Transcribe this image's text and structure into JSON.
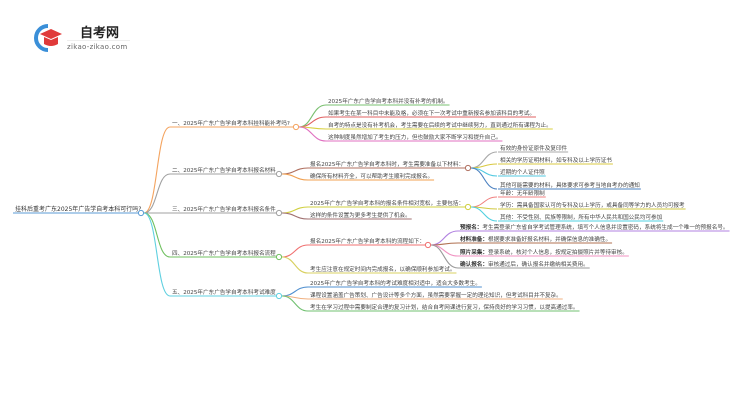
{
  "logo": {
    "title": "自考网",
    "url": "zikao-zikao.com",
    "colors": {
      "red": "#e03a3a",
      "blue": "#3a8fd8"
    }
  },
  "root": {
    "label": "挂科后重考广东2025年广告学自考本科可行吗?"
  },
  "branches": [
    {
      "label": "一、2025年广东广告学自考本科挂科能补考吗?",
      "color": "#f4a460",
      "leaves": [
        "2025年广东广告学自考本科并没有补考的机制。",
        "如果考生在某一科目中未能及格，必须在下一次考试中重新报名参加该科目的考试。",
        "自考的特点是没有补考机会，考生需要在后续的考试中继续努力，直到通过所有课程为止。",
        "这种制度虽然增加了考生的压力，但也鼓励大家不断学习和提升自己。"
      ]
    },
    {
      "label": "二、2025年广东广告学自考本科报名材料",
      "color": "#a0a0a0",
      "leaves": [
        "报名2025年广东广告学自考本科时，考生需要准备以下材料：",
        "确保所有材料齐全，可以帮助考生顺利完成报名。"
      ],
      "subleaves": [
        "有效的身份证原件及复印件",
        "相关的学历证明材料，如专科及以上学历证书",
        "近期的个人证件照",
        "其他可能需要的材料，具体要求可参考当地自考办的通知"
      ]
    },
    {
      "label": "三、2025年广东广告学自考本科报名条件",
      "color": "#a0a0a0",
      "leaves": [
        "2025年广东广告学自考本科的报名条件相对宽松，主要包括：",
        "这样的条件设置为更多考生提供了机会。"
      ],
      "subleaves": [
        "年龄：无年龄限制",
        "学历：需具备国家认可的专科及以上学历，或具备同等学力的人员均可报考",
        "其他：不受性别、民族等限制，所有中华人民共和国公民均可参加"
      ]
    },
    {
      "label": "四、2025年广东广告学自考本科报名流程",
      "color": "#70c060",
      "leaves": [
        "报名2025年广东广告学自考本科的流程如下：",
        "考生应注意在规定时间内完成报名，以确保顺利参加考试。"
      ],
      "subleaves": [
        {
          "term": "预报名：",
          "text": "考生需登录广东省自学考试管理系统，填写个人信息并设置密码，系统将生成一个唯一的预报名号。"
        },
        {
          "term": "材料准备：",
          "text": "根据要求准备好报名材料，并确保信息的准确性。"
        },
        {
          "term": "照片采集：",
          "text": "登录系统，核对个人信息，按规定拍摄照片并等待审核。"
        },
        {
          "term": "确认报名：",
          "text": "审核通过后，确认报名并缴纳相关费用。"
        }
      ]
    },
    {
      "label": "五、2025年广东广告学自考本科考试难度",
      "color": "#60d0e0",
      "leaves": [
        "2025年广东广告学自考本科的考试难度相对适中，适合大多数考生。",
        "课程设置涵盖广告策划、广告设计等多个方面，虽然需要掌握一定的理论知识，但考试科目并不复杂。",
        "考生在学习过程中需要制定合理的复习计划，结合自考网课进行复习，保持良好的学习习惯，以提高通过率。"
      ]
    }
  ]
}
